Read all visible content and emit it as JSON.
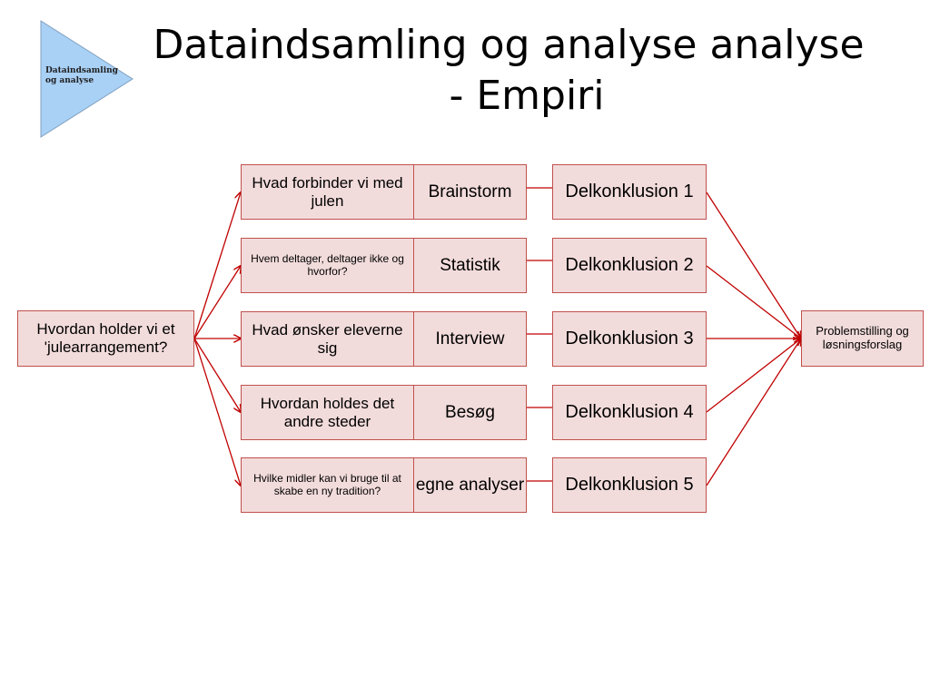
{
  "slide": {
    "title_line1": "Dataindsamling og analyse analyse",
    "title_line2": "- Empiri",
    "badge_label": "Dataindsamling og analyse"
  },
  "diagram": {
    "start": "Hvordan holder vi et 'julearrangement?",
    "rows": [
      {
        "question": "Hvad forbinder vi med julen",
        "method": "Brainstorm",
        "conclusion": "Delkonklusion 1"
      },
      {
        "question": "Hvem deltager, deltager ikke og hvorfor?",
        "method": "Statistik",
        "conclusion": "Delkonklusion 2"
      },
      {
        "question": "Hvad ønsker eleverne sig",
        "method": "Interview",
        "conclusion": "Delkonklusion 3"
      },
      {
        "question": "Hvordan holdes det andre steder",
        "method": "Besøg",
        "conclusion": "Delkonklusion 4"
      },
      {
        "question": "Hvilke midler kan vi bruge til at skabe en ny tradition?",
        "method": "egne analyser",
        "conclusion": "Delkonklusion 5"
      }
    ],
    "end": "Problemstilling og løsningsforslag"
  },
  "colors": {
    "box_fill": "#f2dcdb",
    "box_border": "#c0504d",
    "arrow": "#c00000",
    "badge_fill": "#a9d0f5"
  }
}
